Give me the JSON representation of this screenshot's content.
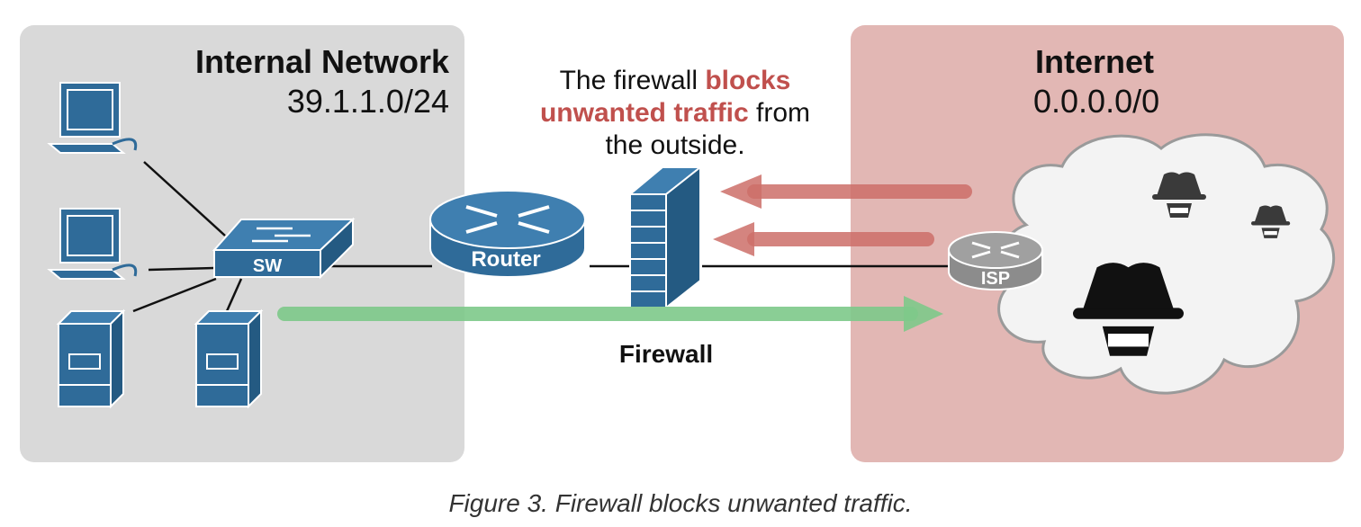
{
  "internal": {
    "title": "Internal Network",
    "subnet": "39.1.1.0/24"
  },
  "internet": {
    "title": "Internet",
    "subnet": "0.0.0.0/0"
  },
  "annotation": {
    "pre": "The firewall ",
    "hl1": "blocks",
    "hl2": "unwanted traffic",
    "post": " from the outside."
  },
  "devices": {
    "switch": "SW",
    "router": "Router",
    "firewall": "Firewall",
    "isp": "ISP"
  },
  "caption": "Figure 3. Firewall blocks unwanted traffic.",
  "colors": {
    "internal_bg": "#d9d9d9",
    "internet_bg": "#e2b7b4",
    "device": "#2f6b99",
    "highlight": "#c0504d",
    "allowed_arrow": "#7ec98a",
    "blocked_arrow": "#cd6f69"
  },
  "icons": [
    "workstation-icon",
    "server-icon",
    "switch-icon",
    "router-icon",
    "firewall-icon",
    "cloud-icon",
    "hacker-icon",
    "arrow-icon"
  ]
}
